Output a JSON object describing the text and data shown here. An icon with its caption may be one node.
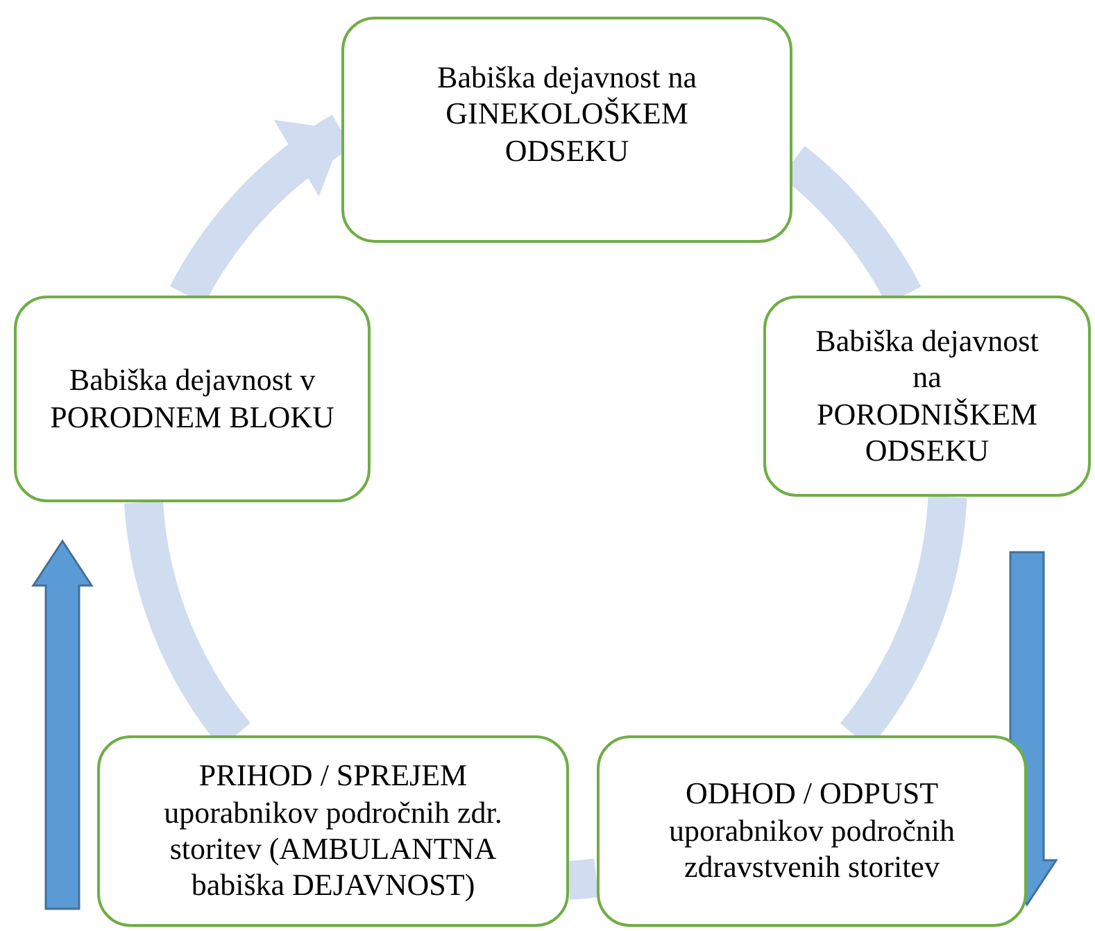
{
  "diagram": {
    "nodes": [
      {
        "text": [
          "Babiška dejavnost na GINEKOLOŠKEM ODSEKU"
        ]
      },
      {
        "text": [
          "Babiška dejavnost v PORODNEM BLOKU"
        ]
      },
      {
        "text": [
          "Babiška dejavnost na PORODNIŠKEM ODSEKU"
        ]
      },
      {
        "text": [
          "PRIHOD / SPREJEM uporabnikov področnih zdr. storitev (AMBULANTNA babiška DEJAVNOST)"
        ]
      },
      {
        "text": [
          "ODHOD / ODPUST uporabnikov področnih zdravstvenih storitev"
        ]
      }
    ],
    "edges": [
      {
        "from": 0,
        "to": 2,
        "arrow": "none"
      },
      {
        "from": 2,
        "to": 4,
        "arrow": "none"
      },
      {
        "from": 4,
        "to": 3,
        "arrow": "none"
      },
      {
        "from": 3,
        "to": 1,
        "arrow": "none"
      },
      {
        "from": 1,
        "to": 0,
        "arrow": "to"
      }
    ]
  }
}
